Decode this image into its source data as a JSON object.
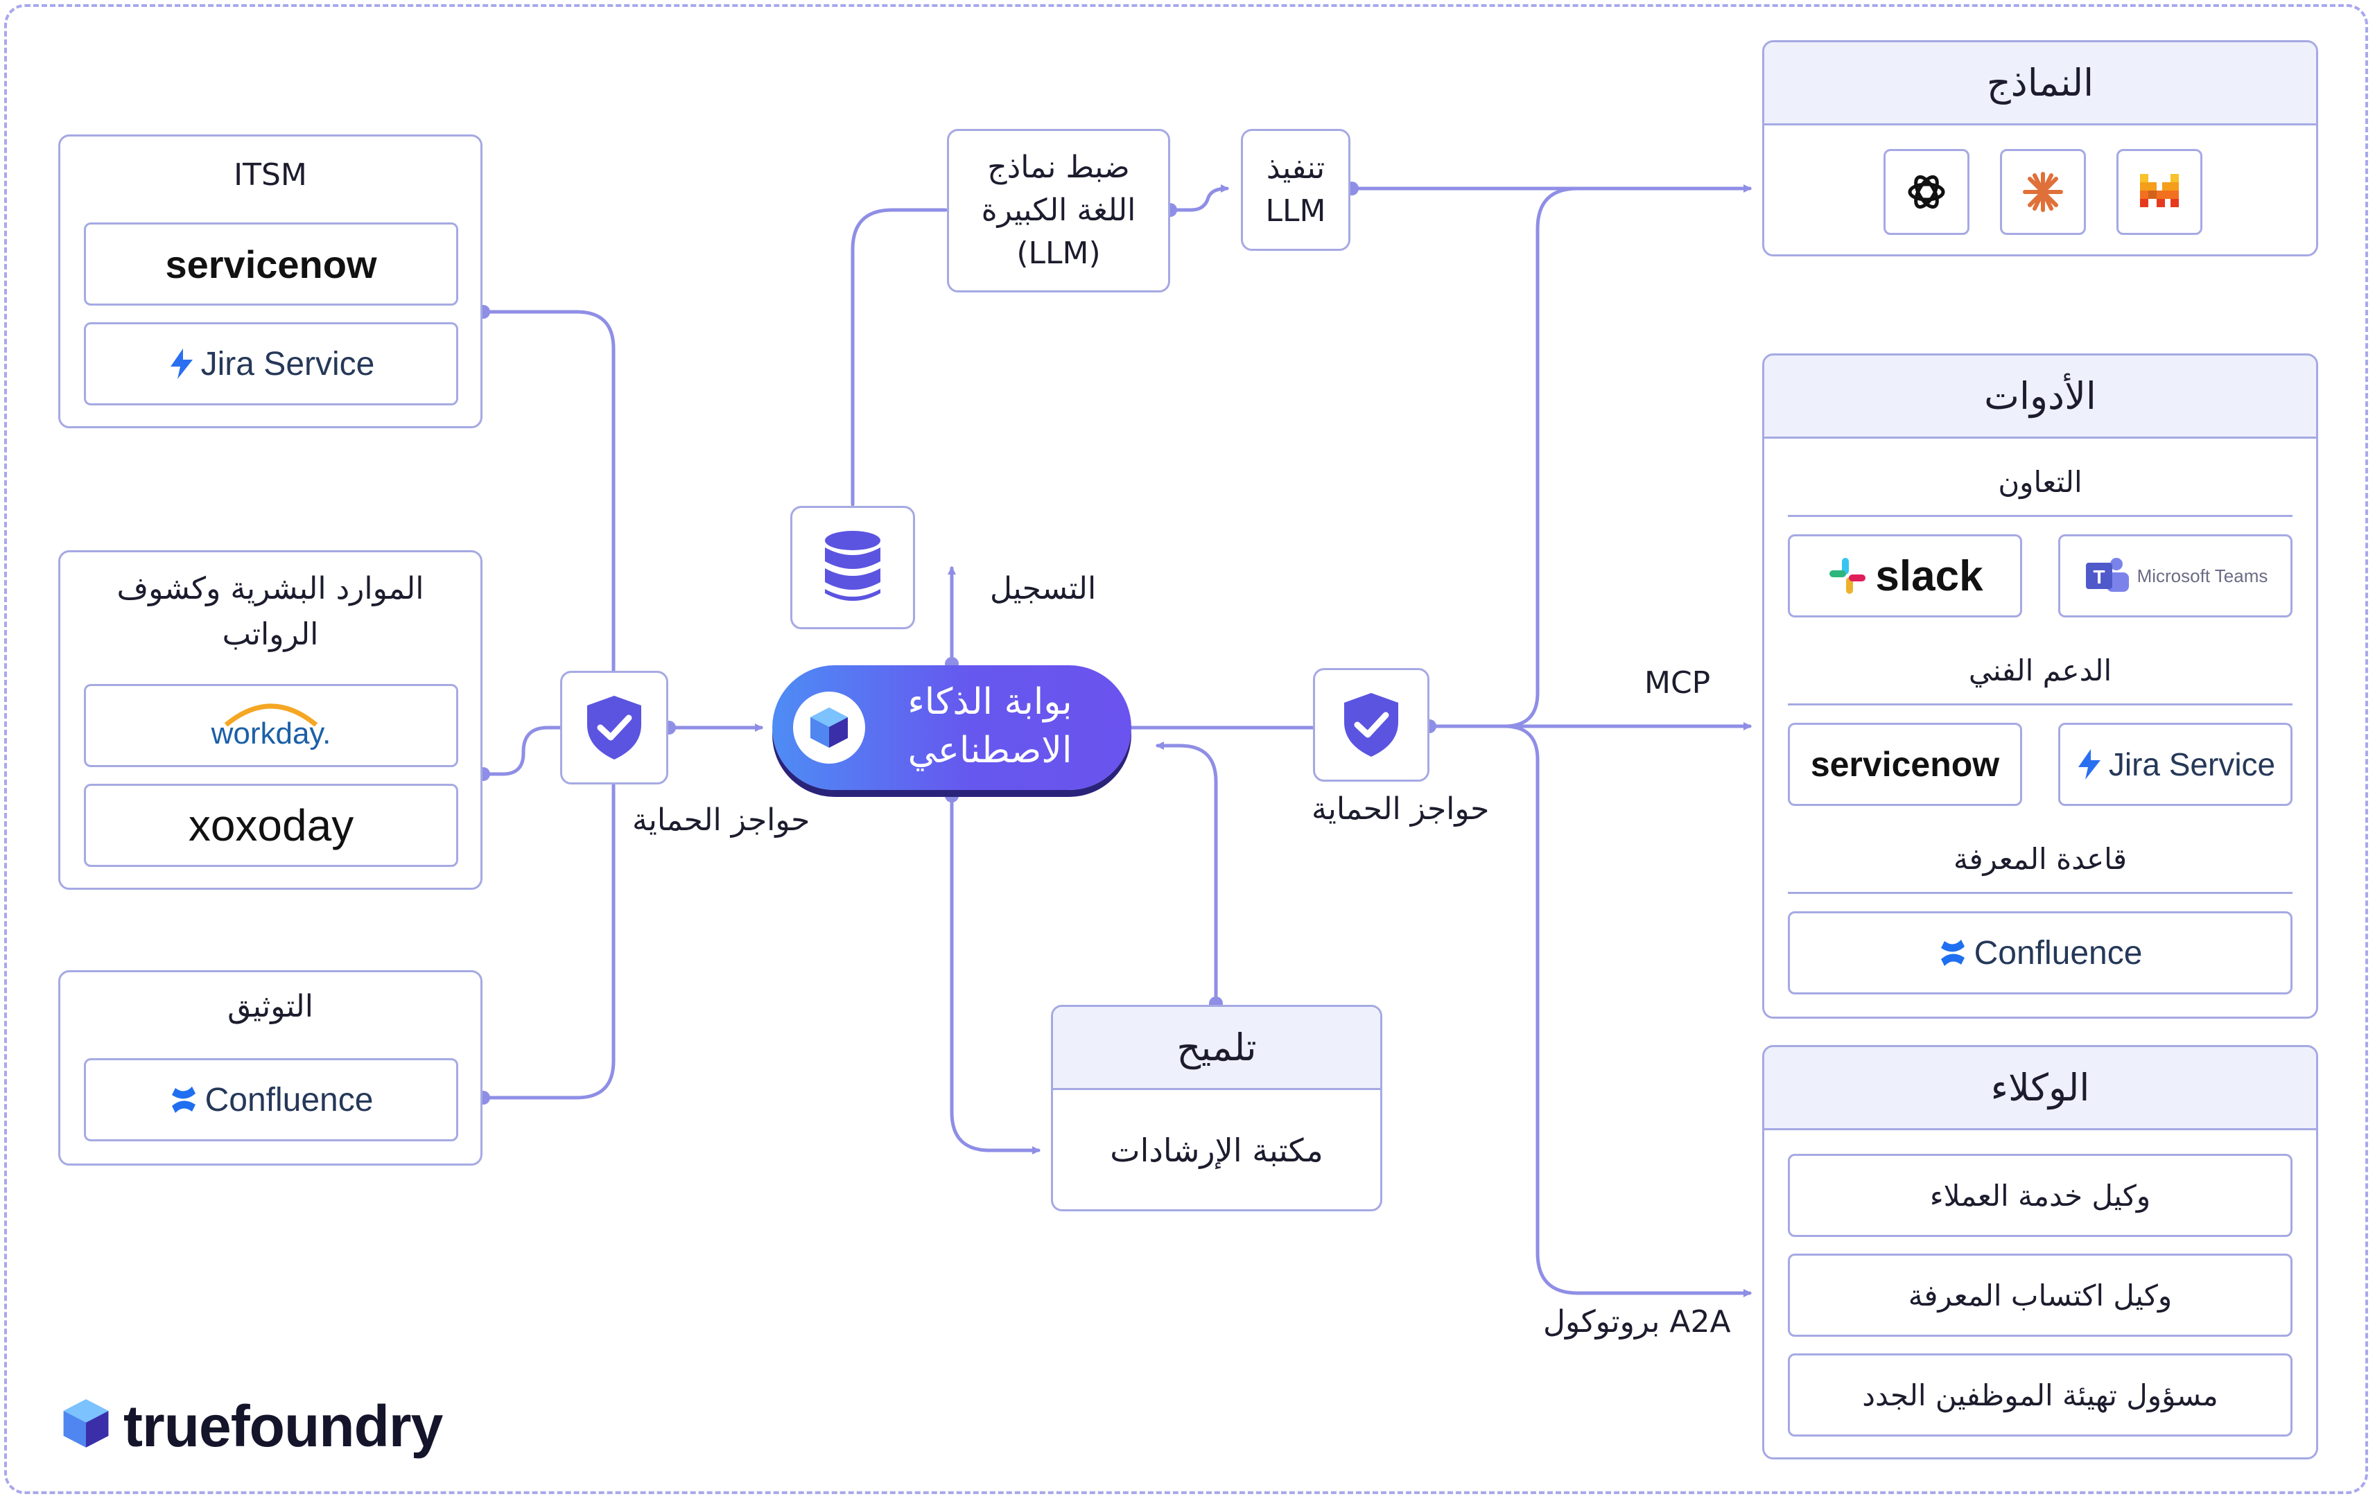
{
  "itsm": {
    "title": "ITSM",
    "items": [
      "servicenow",
      "Jira Service"
    ]
  },
  "hr": {
    "title": "الموارد البشرية وكشوف الرواتب",
    "items": [
      "workday.",
      "xoxoday"
    ]
  },
  "docs": {
    "title": "التوثيق",
    "items": [
      "Confluence"
    ]
  },
  "guardrails_left": "حواجز الحماية",
  "guardrails_right": "حواجز الحماية",
  "gateway": {
    "label": "بوابة الذكاء الاصطناعي"
  },
  "logging": "التسجيل",
  "finetune": "ضبط نماذج اللغة الكبيرة (LLM)",
  "llm_exec": "تنفيذ LLM",
  "prompt": {
    "title": "تلميح",
    "body": "مكتبة الإرشادات"
  },
  "mcp": "MCP",
  "a2a": "بروتوكول A2A",
  "models": {
    "title": "النماذج",
    "icons": [
      "openai-icon",
      "anthropic-icon",
      "mistral-icon"
    ]
  },
  "tools": {
    "title": "الأدوات",
    "collab": {
      "title": "التعاون",
      "items": [
        "slack",
        "Microsoft Teams"
      ]
    },
    "support": {
      "title": "الدعم الفني",
      "items": [
        "servicenow",
        "Jira Service"
      ]
    },
    "kb": {
      "title": "قاعدة المعرفة",
      "items": [
        "Confluence"
      ]
    }
  },
  "agents": {
    "title": "الوكلاء",
    "items": [
      "وكيل خدمة العملاء",
      "وكيل اكتساب المعرفة",
      "مسؤول تهيئة الموظفين الجدد"
    ]
  },
  "brand": "truefoundry",
  "colors": {
    "accent": "#6a63e8",
    "border": "#a5a9e3",
    "line": "#8f8ee6",
    "header_bg": "#eef0fb",
    "servicenow_green": "#62d84e",
    "jira_blue": "#2a6ff0"
  }
}
